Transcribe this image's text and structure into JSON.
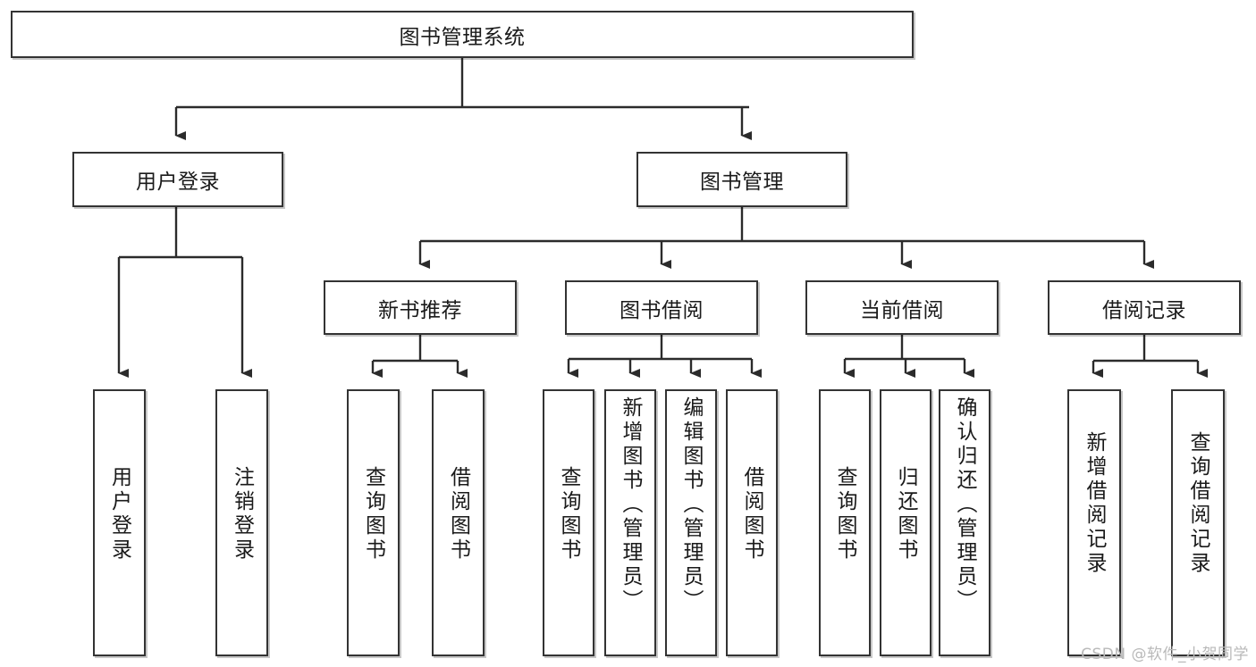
{
  "diagram": {
    "type": "tree",
    "title": "图书管理系统",
    "colors": {
      "box_border": "#333333",
      "box_fill": "#ffffff",
      "line": "#2b2b2b",
      "text": "#1a1a1a",
      "watermark": "#b9b9b9"
    },
    "root": {
      "id": "root",
      "label": "图书管理系统",
      "orientation": "horizontal"
    },
    "level1": [
      {
        "id": "user-login",
        "label": "用户登录",
        "orientation": "horizontal"
      },
      {
        "id": "book-manage",
        "label": "图书管理",
        "orientation": "horizontal"
      }
    ],
    "level2": [
      {
        "id": "new-book-recommend",
        "label": "新书推荐",
        "orientation": "horizontal",
        "parent": "book-manage"
      },
      {
        "id": "book-borrow",
        "label": "图书借阅",
        "orientation": "horizontal",
        "parent": "book-manage"
      },
      {
        "id": "current-borrow",
        "label": "当前借阅",
        "orientation": "horizontal",
        "parent": "book-manage"
      },
      {
        "id": "borrow-record",
        "label": "借阅记录",
        "orientation": "horizontal",
        "parent": "book-manage"
      }
    ],
    "leaves": [
      {
        "id": "leaf-user-login",
        "label": "用户登录",
        "parent": "user-login"
      },
      {
        "id": "leaf-logout-login",
        "label": "注销登录",
        "parent": "user-login"
      },
      {
        "id": "leaf-query-book-1",
        "label": "查询图书",
        "parent": "new-book-recommend"
      },
      {
        "id": "leaf-borrow-book-1",
        "label": "借阅图书",
        "parent": "new-book-recommend"
      },
      {
        "id": "leaf-query-book-2",
        "label": "查询图书",
        "parent": "book-borrow"
      },
      {
        "id": "leaf-add-book",
        "label": "新增图书（管理员）",
        "parent": "book-borrow"
      },
      {
        "id": "leaf-edit-book",
        "label": "编辑图书（管理员）",
        "parent": "book-borrow"
      },
      {
        "id": "leaf-borrow-book-2",
        "label": "借阅图书",
        "parent": "book-borrow"
      },
      {
        "id": "leaf-query-book-3",
        "label": "查询图书",
        "parent": "current-borrow"
      },
      {
        "id": "leaf-return-book",
        "label": "归还图书",
        "parent": "current-borrow"
      },
      {
        "id": "leaf-confirm-return",
        "label": "确认归还（管理员）",
        "parent": "current-borrow"
      },
      {
        "id": "leaf-add-record",
        "label": "新增借阅记录",
        "parent": "borrow-record"
      },
      {
        "id": "leaf-query-record",
        "label": "查询借阅记录",
        "parent": "borrow-record"
      }
    ]
  },
  "watermark": {
    "text": "CSDN @软件_小贺同学"
  }
}
